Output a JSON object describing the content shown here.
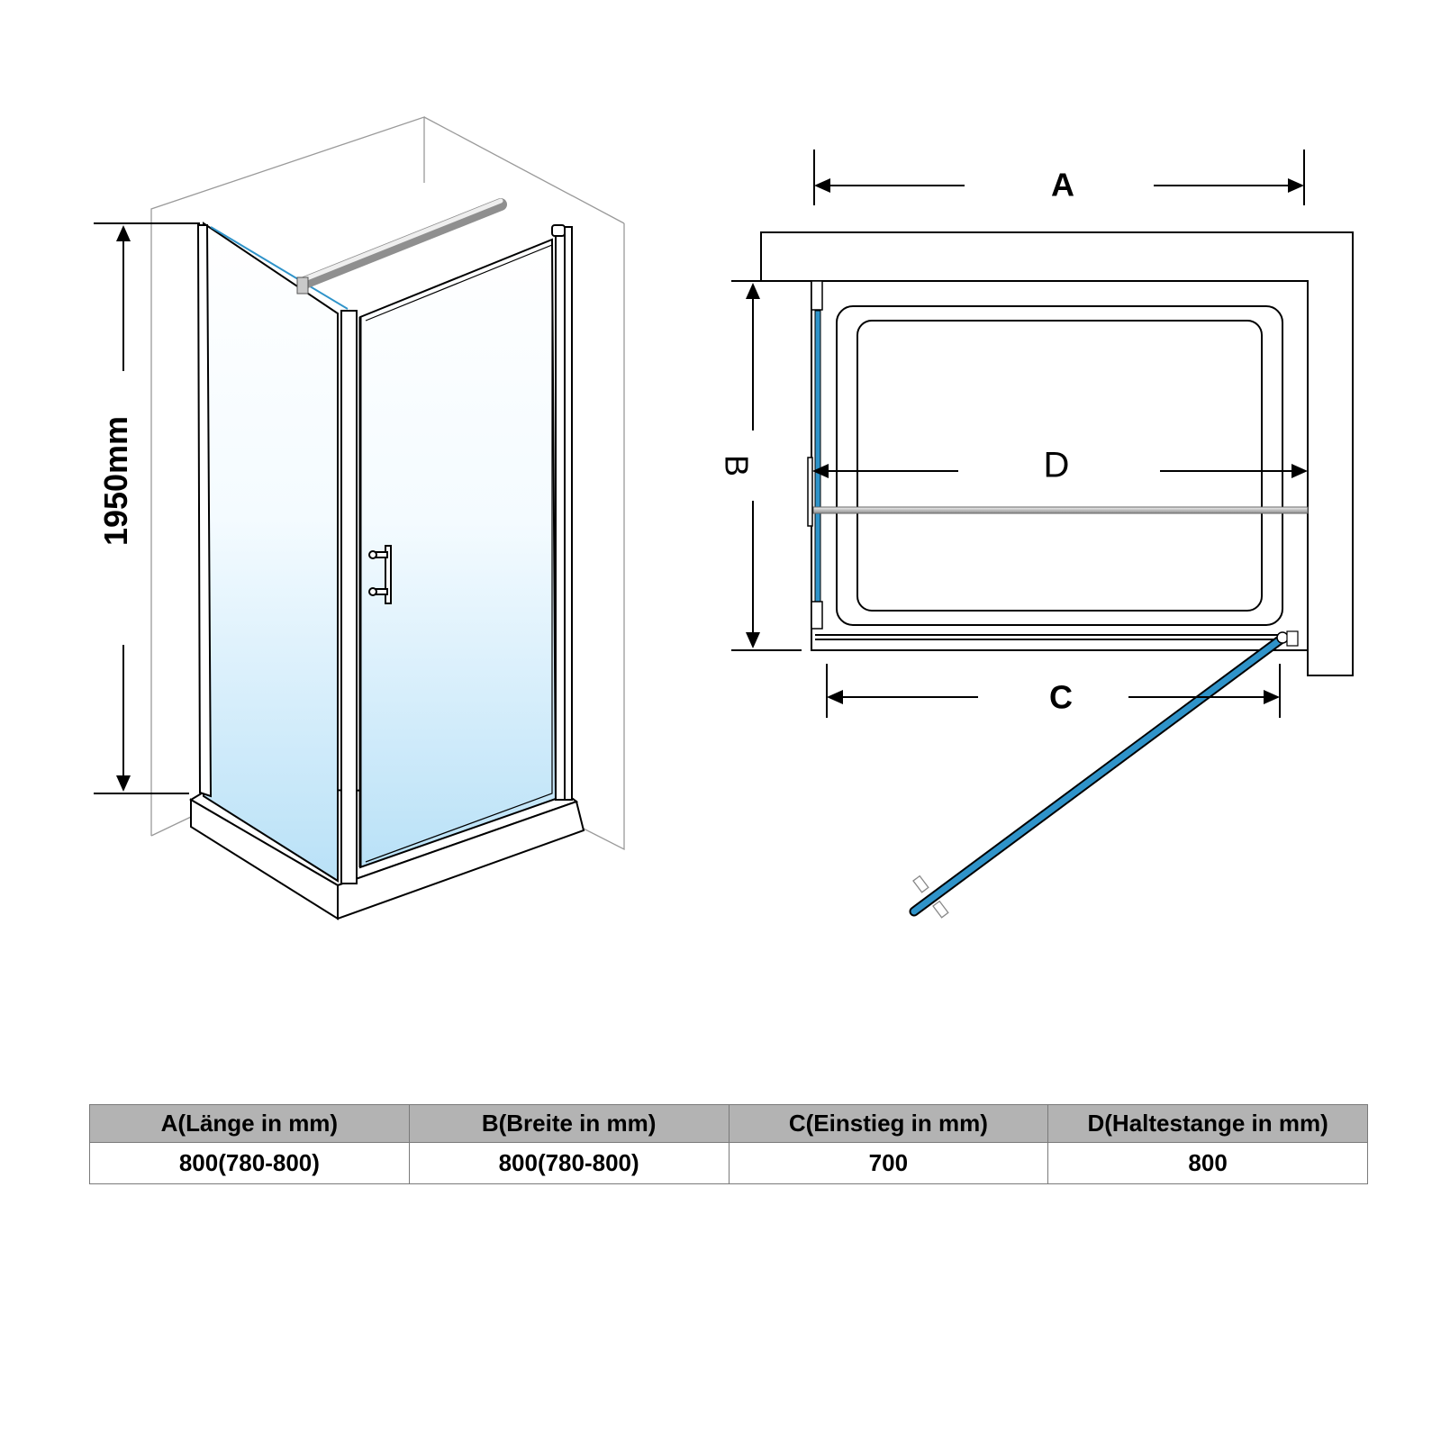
{
  "diagram": {
    "height_label": "1950mm",
    "dim_a": "A",
    "dim_b": "B",
    "dim_c": "C",
    "dim_d": "D",
    "colors": {
      "glass_top": "#ffffff",
      "glass_bottom": "#b9e1f7",
      "door_glass": "#2f93c9",
      "frame": "#000000",
      "wall": "#8c8c8c"
    }
  },
  "table": {
    "headers": [
      "A(Länge in mm)",
      "B(Breite in mm)",
      "C(Einstieg in mm)",
      "D(Haltestange in mm)"
    ],
    "values": [
      "800(780-800)",
      "800(780-800)",
      "700",
      "800"
    ]
  }
}
